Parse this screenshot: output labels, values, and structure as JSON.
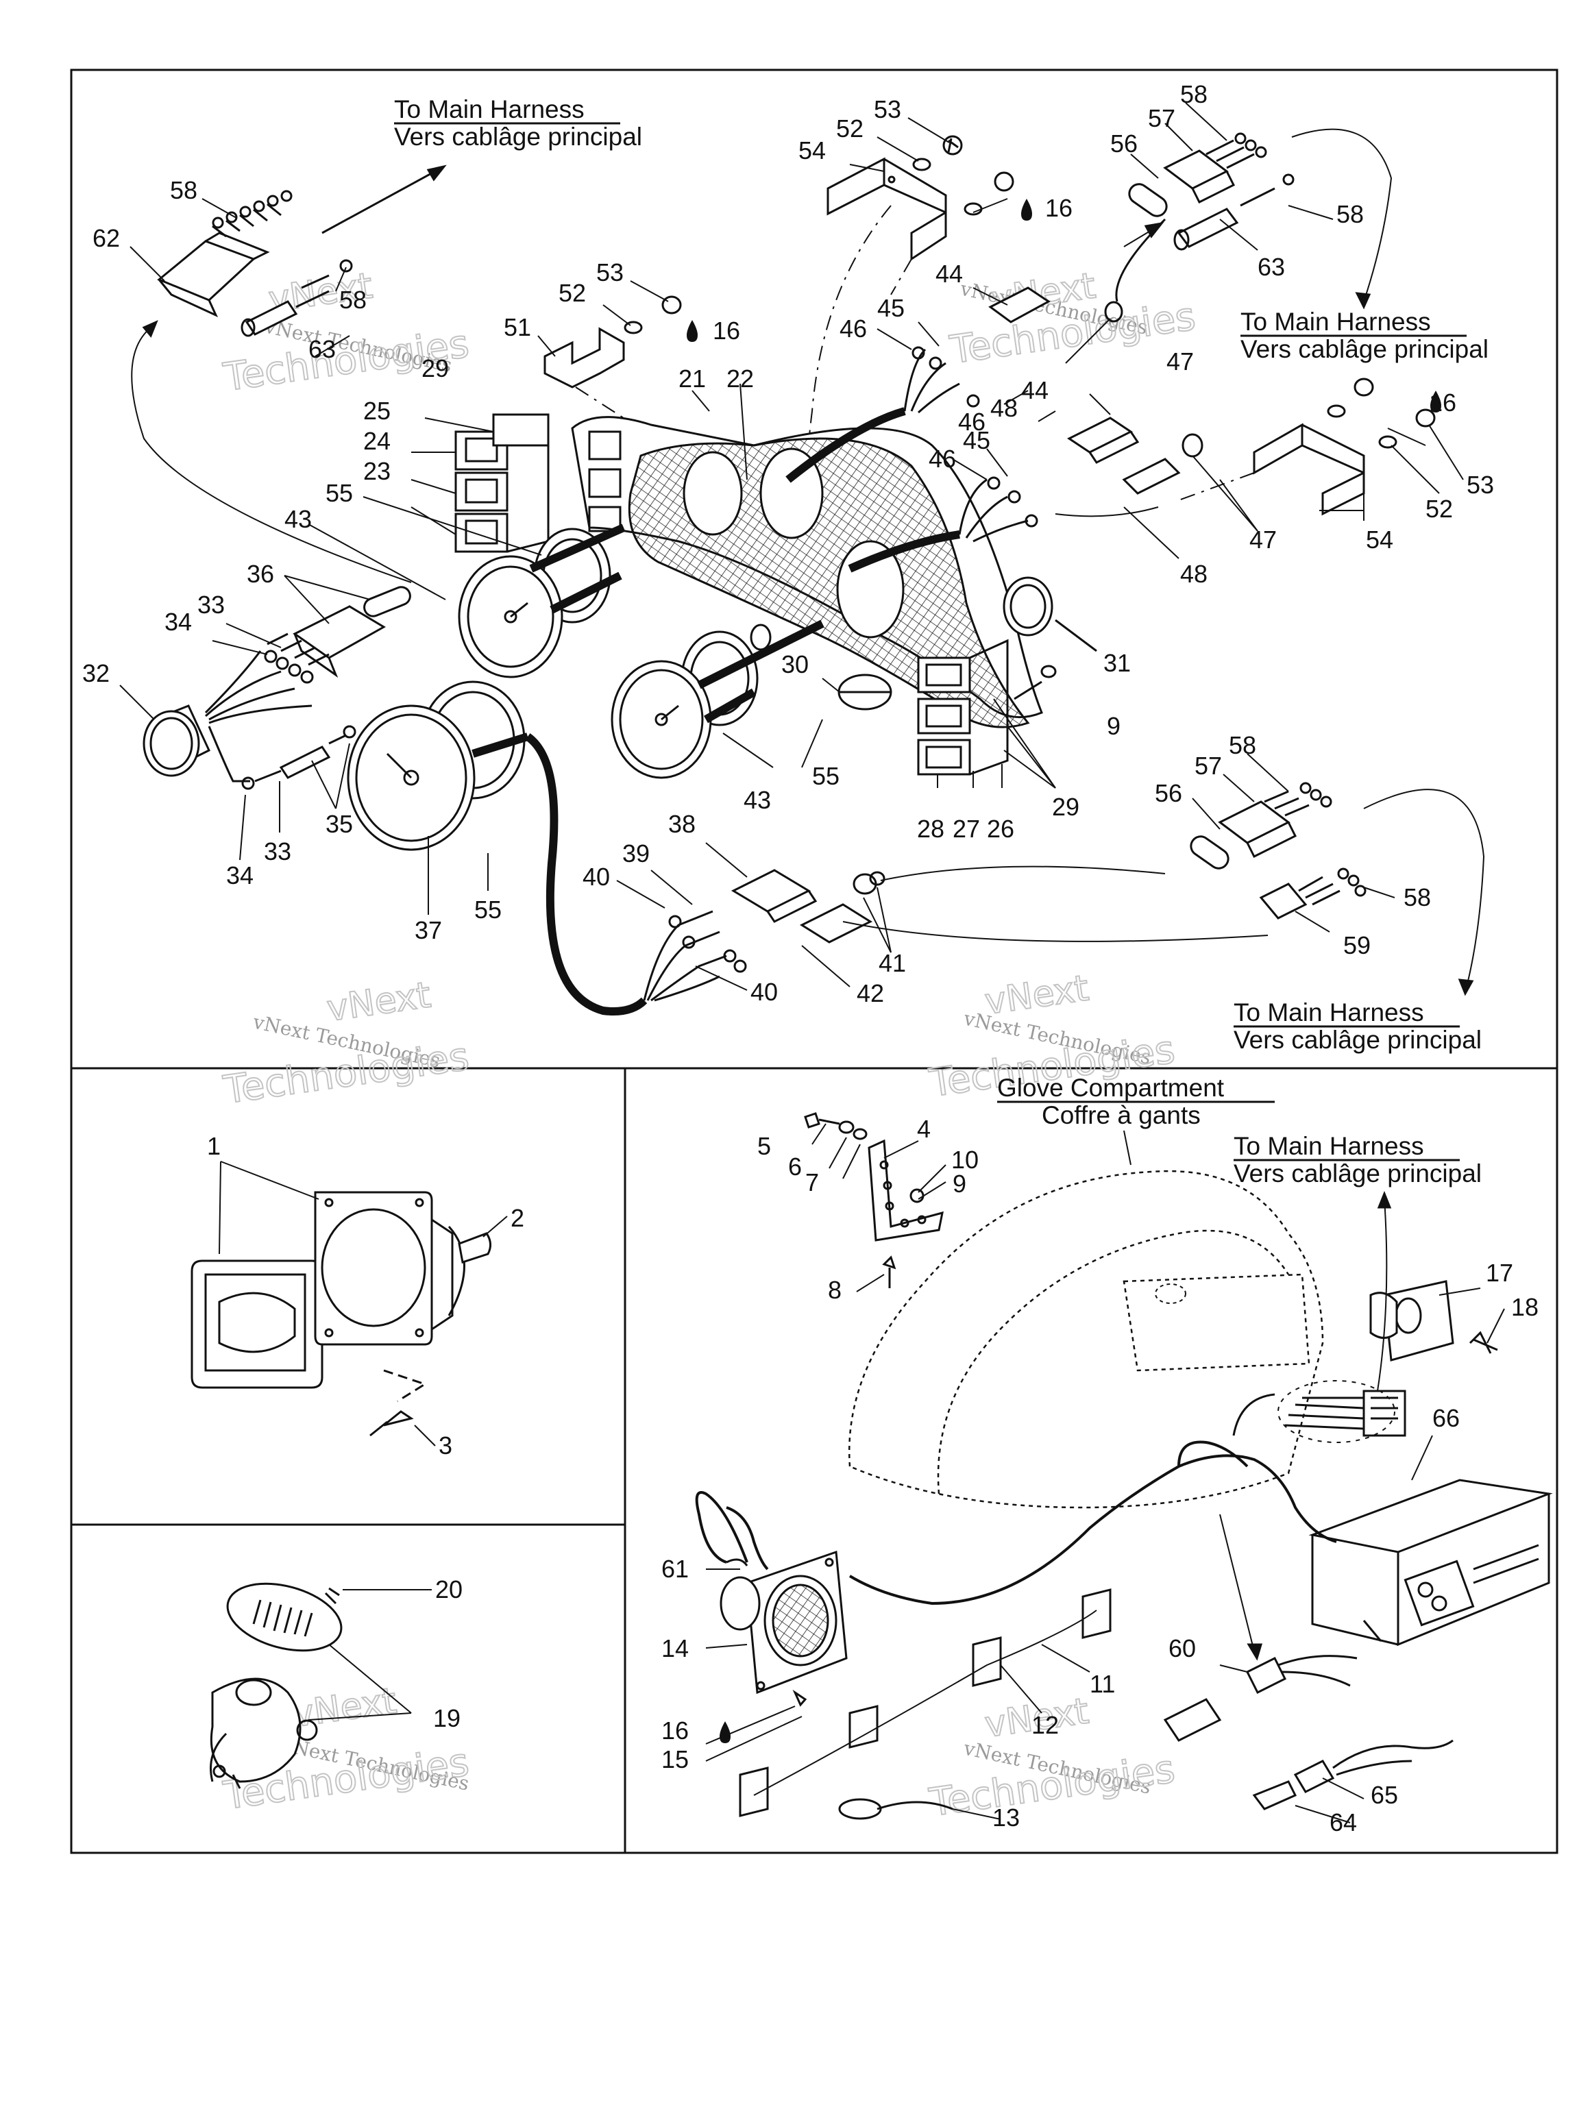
{
  "headings": {
    "to_main_1": "To Main Harness",
    "vers_1": "Vers cablâge principal",
    "to_main_2": "To Main Harness",
    "vers_2": "Vers cablâge principal",
    "to_main_3": "To Main Harness",
    "vers_3": "Vers cablâge principal",
    "glove": "Glove Compartment",
    "coffre": "Coffre à gants",
    "to_main_4": "To Main Harness",
    "vers_4": "Vers cablâge principal"
  },
  "watermarks": {
    "line1": "vNext",
    "line2": "vNext Technologies",
    "line3": "Technologies"
  },
  "callouts": {
    "c1": "1",
    "c2": "2",
    "c3": "3",
    "c4": "4",
    "c5": "5",
    "c6": "6",
    "c7": "7",
    "c8": "8",
    "c9a": "9",
    "c9b": "9",
    "c10": "10",
    "c11": "11",
    "c12": "12",
    "c13": "13",
    "c14": "14",
    "c15": "15",
    "c16a": "16",
    "c16b": "16",
    "c16c": "16",
    "c16d": "16",
    "c17": "17",
    "c18": "18",
    "c19": "19",
    "c20": "20",
    "c21": "21",
    "c22": "22",
    "c23": "23",
    "c24": "24",
    "c25": "25",
    "c26": "26",
    "c27": "27",
    "c28": "28",
    "c29a": "29",
    "c29b": "29",
    "c30": "30",
    "c31": "31",
    "c32": "32",
    "c33a": "33",
    "c33b": "33",
    "c34a": "34",
    "c34b": "34",
    "c35": "35",
    "c36": "36",
    "c37": "37",
    "c38": "38",
    "c39": "39",
    "c40a": "40",
    "c40b": "40",
    "c41": "41",
    "c42": "42",
    "c43a": "43",
    "c43b": "43",
    "c44a": "44",
    "c44b": "44",
    "c45a": "45",
    "c45b": "45",
    "c46a": "46",
    "c46b": "46",
    "c46c": "46",
    "c47a": "47",
    "c47b": "47",
    "c48a": "48",
    "c48b": "48",
    "c51": "51",
    "c52a": "52",
    "c52b": "52",
    "c52c": "52",
    "c53a": "53",
    "c53b": "53",
    "c53c": "53",
    "c54a": "54",
    "c54b": "54",
    "c55a": "55",
    "c55b": "55",
    "c55c": "55",
    "c56a": "56",
    "c56b": "56",
    "c57a": "57",
    "c57b": "57",
    "c58a": "58",
    "c58b": "58",
    "c58c": "58",
    "c58d": "58",
    "c58e": "58",
    "c58f": "58",
    "c59": "59",
    "c60": "60",
    "c61": "61",
    "c62": "62",
    "c63a": "63",
    "c63b": "63",
    "c64": "64",
    "c65": "65",
    "c66": "66"
  }
}
